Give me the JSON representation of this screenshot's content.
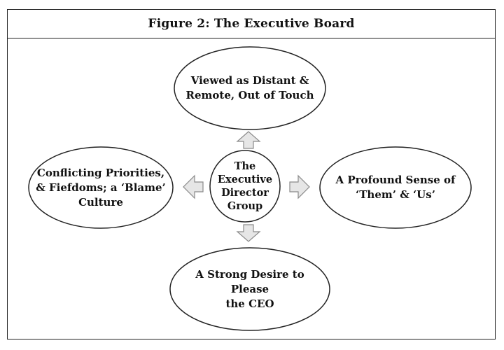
{
  "figure": {
    "title": "Figure 2: The Executive Board"
  },
  "nodes": {
    "center": "The\nExecutive\nDirector\nGroup",
    "top": "Viewed as Distant &\nRemote, Out of Touch",
    "right": "A Profound Sense of\n‘Them’ & ‘Us’",
    "bottom": "A Strong Desire to Please\nthe CEO",
    "left": "Conflicting Priorities,\n& Fiefdoms; a ‘Blame’\nCulture"
  },
  "arrows": [
    "up-arrow",
    "right-arrow",
    "down-arrow",
    "left-arrow"
  ],
  "colors": {
    "stroke": "#222222",
    "arrow_fill": "#e6e6e6",
    "arrow_stroke": "#8a8a8a"
  }
}
